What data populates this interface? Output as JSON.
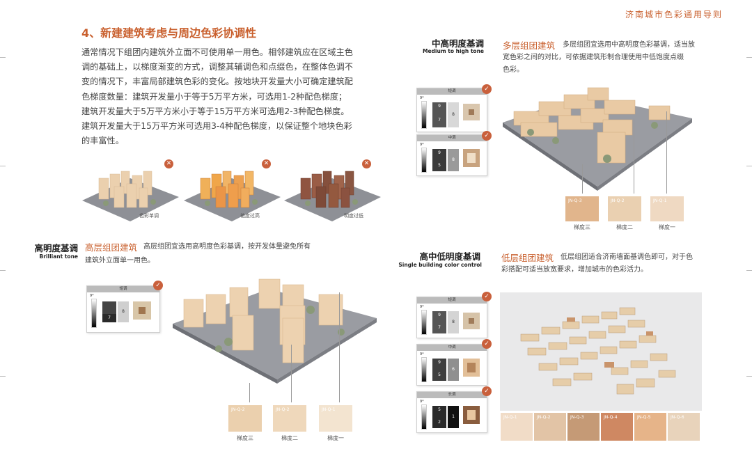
{
  "header": {
    "running_title": "济南城市色彩通用导则"
  },
  "section": {
    "title": "4、新建建筑考虑与周边色彩协调性",
    "paragraph_lines": [
      "通常情况下组团内建筑外立面不可使用单一用色。相邻建筑应在区域主色",
      "调的基础上，以梯度渐变的方式，调整其辅调色和点缀色，在整体色调不",
      "变的情况下，丰富局部建筑色彩的变化。按地块开发量大小可确定建筑配",
      "色梯度数量：建筑开发量小于等于5万平方米，可选用1-2种配色梯度；",
      "建筑开发量大于5万平方米小于等于15万平方米可选用2-3种配色梯度。",
      "建筑开发量大于15万平方米可选用3-4种配色梯度，以保证整个地块色彩",
      "的丰富性。"
    ]
  },
  "bad_examples": [
    {
      "caption": "色彩单调",
      "mark": "✕"
    },
    {
      "caption": "艳度过高",
      "mark": "✕"
    },
    {
      "caption": "明度过低",
      "mark": "✕"
    }
  ],
  "high_rise": {
    "heading_cn": "高明度基调",
    "heading_en": "Brilliant tone",
    "type": "高层组团建筑",
    "desc_lines": [
      "高层组团宜选用高明度色彩基调，按开发体量避免所有",
      "建筑外立面单一用色。"
    ],
    "card": {
      "tab": "短调",
      "scale_top": "9*",
      "nums": [
        "7",
        "8"
      ]
    },
    "swatches": [
      {
        "code": "JN-Q-2",
        "label": "梯度三",
        "color": "#ebd0ae"
      },
      {
        "code": "JN-Q-2",
        "label": "梯度二",
        "color": "#efd8bb"
      },
      {
        "code": "JN-Q-1",
        "label": "梯度一",
        "color": "#f3e4d0"
      }
    ]
  },
  "multi_storey": {
    "heading_cn": "中高明度基调",
    "heading_en": "Medium to high tone",
    "type": "多层组团建筑",
    "desc_lines": [
      "多层组团宜选用中高明度色彩基调，适当放",
      "宽色彩之间的对比，可依据建筑形制合理使用中低饱度点缀",
      "色彩。"
    ],
    "cards": [
      {
        "tab": "短调",
        "scale_top": "9*",
        "nums": [
          "9",
          "8",
          "7"
        ]
      },
      {
        "tab": "中调",
        "scale_top": "9*",
        "nums": [
          "9",
          "8",
          "5"
        ]
      }
    ],
    "swatches": [
      {
        "code": "JN-Q-3",
        "label": "梯度三",
        "color": "#e1b58c"
      },
      {
        "code": "JN-Q-2",
        "label": "梯度二",
        "color": "#ead0b1"
      },
      {
        "code": "JN-Q-1",
        "label": "梯度一",
        "color": "#efd9c2"
      }
    ]
  },
  "low_rise": {
    "heading_cn": "高中低明度基调",
    "heading_en": "Single building color control",
    "type": "低层组团建筑",
    "desc_lines": [
      "低层组团适合济南墙面基调色即可，对于色",
      "彩搭配可适当放宽要求，增加城市的色彩活力。"
    ],
    "cards": [
      {
        "tab": "短调",
        "scale_top": "9*",
        "nums": [
          "9",
          "7",
          "8"
        ]
      },
      {
        "tab": "中调",
        "scale_top": "9*",
        "nums": [
          "9",
          "5",
          "6"
        ]
      },
      {
        "tab": "长调",
        "scale_top": "9*",
        "nums": [
          "5",
          "2",
          "1"
        ]
      }
    ],
    "swatches": [
      {
        "code": "JN-Q-1",
        "color": "#f1dcc7"
      },
      {
        "code": "JN-Q-2",
        "color": "#e2c4a6"
      },
      {
        "code": "JN-Q-3",
        "color": "#c59a76"
      },
      {
        "code": "JN-Q-4",
        "color": "#cf8862"
      },
      {
        "code": "JN-Q-5",
        "color": "#e6b489"
      },
      {
        "code": "JN-Q-6",
        "color": "#e8d3bb"
      }
    ]
  },
  "colors": {
    "accent": "#c9602e",
    "mark": "#c9603c",
    "platform": "#8e9096"
  }
}
